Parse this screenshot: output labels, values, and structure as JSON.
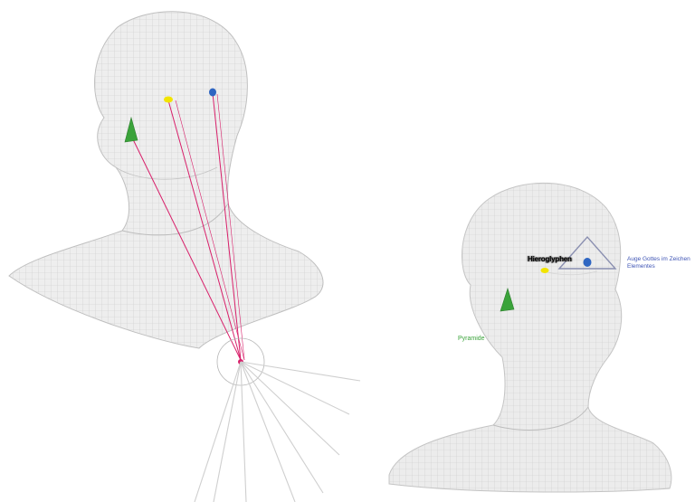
{
  "colors": {
    "background": "#ffffff",
    "mesh_fill": "#eaeaea",
    "mesh_line": "#c9c9c9",
    "sight_line": "#d81f6a",
    "pyramid": "#3aa33a",
    "eye_marker": "#2f66c2",
    "hidden_marker": "#f2e400",
    "pyramid_label": "#3aa33a",
    "eye_label": "#3f55b5"
  },
  "icons": {
    "left_figure": [
      "wireframe-head-icon",
      "pyramid-icon",
      "eye-dot-icon",
      "hidden-dot-icon",
      "sight-line-icon",
      "focal-circle-icon"
    ],
    "right_figure": [
      "wireframe-head-icon",
      "pyramid-icon",
      "eye-in-triangle-icon",
      "hidden-dot-icon"
    ]
  },
  "labels": {
    "pyramid": "Pyramide",
    "eye_of_god_line1": "Auge Gottes im Zeichen",
    "eye_of_god_line2": "Elementes",
    "hidden": "Hieroglyphen"
  }
}
